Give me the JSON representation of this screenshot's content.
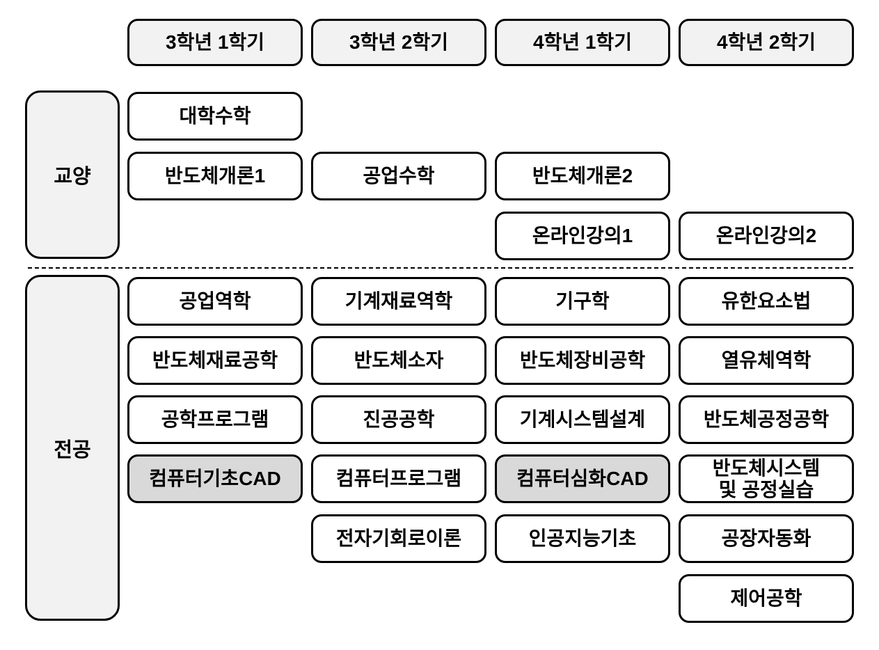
{
  "colors": {
    "header_bg": "#f2f2f2",
    "category_bg": "#f2f2f2",
    "course_bg": "#ffffff",
    "highlight_bg": "#d9d9d9",
    "border": "#000000"
  },
  "semesters": [
    {
      "label": "3학년 1학기"
    },
    {
      "label": "3학년 2학기"
    },
    {
      "label": "4학년 1학기"
    },
    {
      "label": "4학년 2학기"
    }
  ],
  "sections": [
    {
      "label": "교양",
      "courses": [
        {
          "label": "대학수학",
          "semester_index": 0,
          "row": 1,
          "highlight": false
        },
        {
          "label": "반도체개론1",
          "semester_index": 0,
          "row": 2,
          "highlight": false
        },
        {
          "label": "공업수학",
          "semester_index": 1,
          "row": 2,
          "highlight": false
        },
        {
          "label": "반도체개론2",
          "semester_index": 2,
          "row": 2,
          "highlight": false
        },
        {
          "label": "온라인강의1",
          "semester_index": 2,
          "row": 3,
          "highlight": false
        },
        {
          "label": "온라인강의2",
          "semester_index": 3,
          "row": 3,
          "highlight": false
        }
      ]
    },
    {
      "label": "전공",
      "courses": [
        {
          "label": "공업역학",
          "semester_index": 0,
          "row": 1,
          "highlight": false
        },
        {
          "label": "기계재료역학",
          "semester_index": 1,
          "row": 1,
          "highlight": false
        },
        {
          "label": "기구학",
          "semester_index": 2,
          "row": 1,
          "highlight": false
        },
        {
          "label": "유한요소법",
          "semester_index": 3,
          "row": 1,
          "highlight": false
        },
        {
          "label": "반도체재료공학",
          "semester_index": 0,
          "row": 2,
          "highlight": false
        },
        {
          "label": "반도체소자",
          "semester_index": 1,
          "row": 2,
          "highlight": false
        },
        {
          "label": "반도체장비공학",
          "semester_index": 2,
          "row": 2,
          "highlight": false
        },
        {
          "label": "열유체역학",
          "semester_index": 3,
          "row": 2,
          "highlight": false
        },
        {
          "label": "공학프로그램",
          "semester_index": 0,
          "row": 3,
          "highlight": false
        },
        {
          "label": "진공공학",
          "semester_index": 1,
          "row": 3,
          "highlight": false
        },
        {
          "label": "기계시스템설계",
          "semester_index": 2,
          "row": 3,
          "highlight": false
        },
        {
          "label": "반도체공정공학",
          "semester_index": 3,
          "row": 3,
          "highlight": false
        },
        {
          "label": "컴퓨터기초CAD",
          "semester_index": 0,
          "row": 4,
          "highlight": true
        },
        {
          "label": "컴퓨터프로그램",
          "semester_index": 1,
          "row": 4,
          "highlight": false
        },
        {
          "label": "컴퓨터심화CAD",
          "semester_index": 2,
          "row": 4,
          "highlight": true
        },
        {
          "label": "반도체시스템\n및 공정실습",
          "semester_index": 3,
          "row": 4,
          "highlight": false
        },
        {
          "label": "전자기회로이론",
          "semester_index": 1,
          "row": 5,
          "highlight": false
        },
        {
          "label": "인공지능기초",
          "semester_index": 2,
          "row": 5,
          "highlight": false
        },
        {
          "label": "공장자동화",
          "semester_index": 3,
          "row": 5,
          "highlight": false
        },
        {
          "label": "제어공학",
          "semester_index": 3,
          "row": 6,
          "highlight": false
        }
      ]
    }
  ]
}
